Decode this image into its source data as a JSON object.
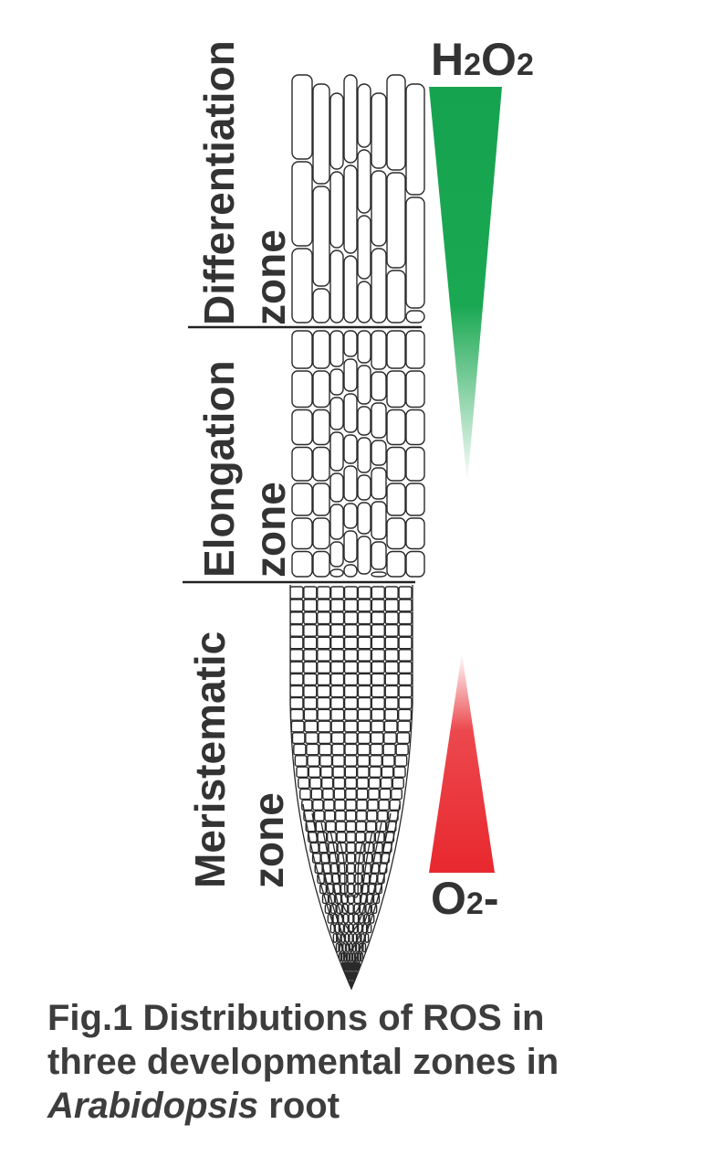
{
  "zones": [
    {
      "name": "differentiation",
      "line1": "Differentiation",
      "line2": "zone"
    },
    {
      "name": "elongation",
      "line1": "Elongation",
      "line2": "zone"
    },
    {
      "name": "meristematic",
      "line1": "Meristematic",
      "line2": "zone"
    }
  ],
  "ros": {
    "h2o2": {
      "main1": "H",
      "sub1": "2",
      "main2": "O",
      "sub2": "2",
      "color": "#16a34f"
    },
    "o2": {
      "main1": "O",
      "sub1": "2",
      "main2": "-",
      "color": "#e8282e"
    }
  },
  "caption": {
    "line1": "Fig.1 Distributions of ROS in",
    "line2": "three developmental zones in",
    "italic": "Arabidopsis",
    "rest": " root"
  }
}
